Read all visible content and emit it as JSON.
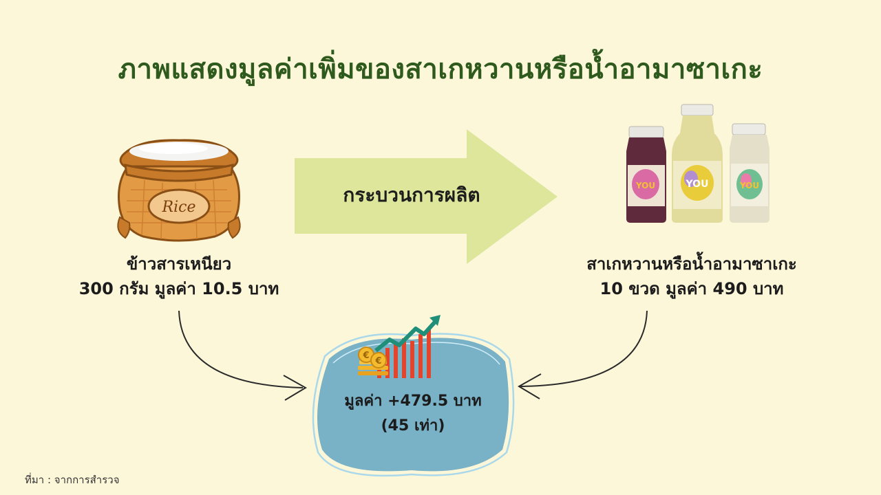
{
  "title": "ภาพแสดงมูลค่าเพิ่มของสาเกหวานหรือน้ำอามาซาเกะ",
  "input": {
    "line1": "ข้าวสารเหนียว",
    "line2": "300 กรัม มูลค่า 10.5 บาท",
    "sack_text": "Rice",
    "icon": "rice-sack-icon"
  },
  "process": {
    "label": "กระบวนการผลิต",
    "icon": "arrow-right-icon",
    "color": "#dde69b"
  },
  "output": {
    "line1": "สาเกหวานหรือน้ำอามาซาเกะ",
    "line2": "10 ขวด มูลค่า 490 บาท",
    "bottle_label": "YOU",
    "icon": "bottles-icon"
  },
  "result": {
    "line1": "มูลค่า +479.5 บาท",
    "line2": "(45 เท่า)",
    "icon": "growth-chart-coins-icon",
    "color": "#79b1c6"
  },
  "source": "ที่มา : จากการสำรวจ"
}
